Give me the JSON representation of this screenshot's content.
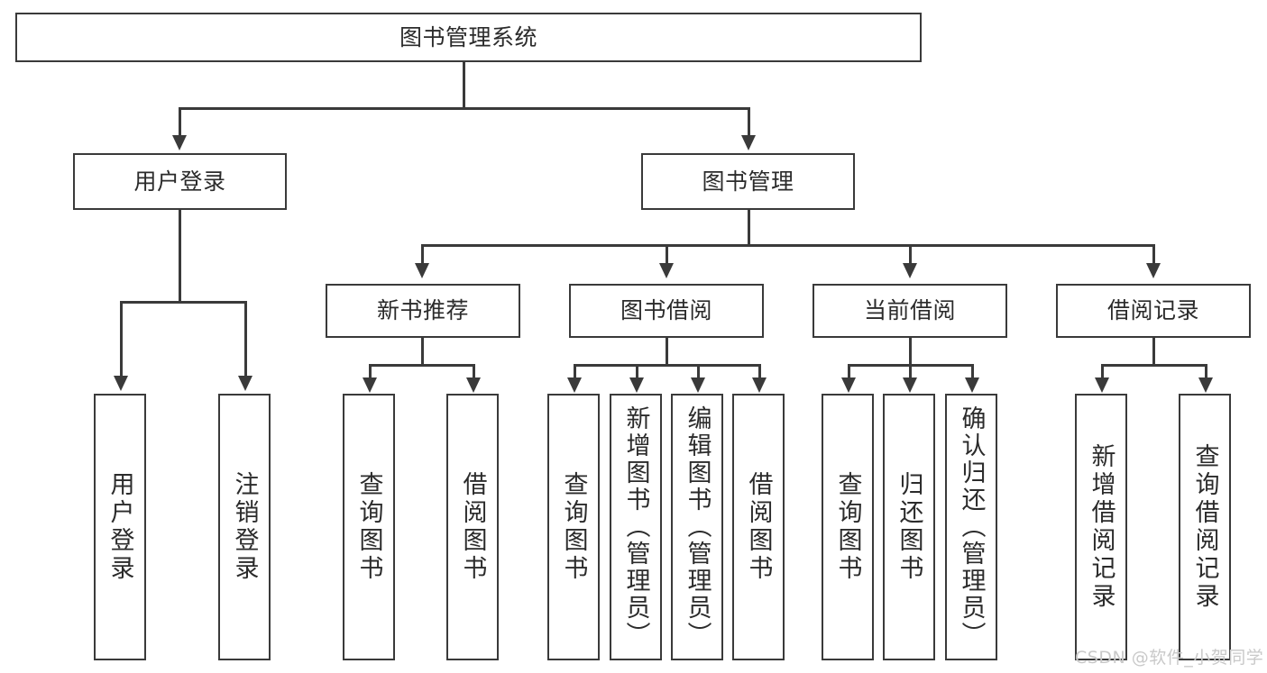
{
  "diagram": {
    "title": "图书管理系统",
    "type": "tree-hierarchy",
    "watermark": "CSDN @软件_小贺同学",
    "colors": {
      "stroke": "#3a3a3a",
      "text": "#2b2b2b",
      "background": "#ffffff",
      "watermark": "#c9c9c9"
    },
    "root": {
      "label": "图书管理系统"
    },
    "level2": [
      {
        "label": "用户登录"
      },
      {
        "label": "图书管理"
      }
    ],
    "level3": [
      {
        "label": "新书推荐"
      },
      {
        "label": "图书借阅"
      },
      {
        "label": "当前借阅"
      },
      {
        "label": "借阅记录"
      }
    ],
    "leaves": {
      "user_login": [
        {
          "label": "用户登录"
        },
        {
          "label": "注销登录"
        }
      ],
      "new_book": [
        {
          "label": "查询图书"
        },
        {
          "label": "借阅图书"
        }
      ],
      "book_borrow": [
        {
          "label": "查询图书"
        },
        {
          "label": "新增图书（管理员）"
        },
        {
          "label": "编辑图书（管理员）"
        },
        {
          "label": "借阅图书"
        }
      ],
      "current_borrow": [
        {
          "label": "查询图书"
        },
        {
          "label": "归还图书"
        },
        {
          "label": "确认归还（管理员）"
        }
      ],
      "borrow_record": [
        {
          "label": "新增借阅记录"
        },
        {
          "label": "查询借阅记录"
        }
      ]
    }
  }
}
